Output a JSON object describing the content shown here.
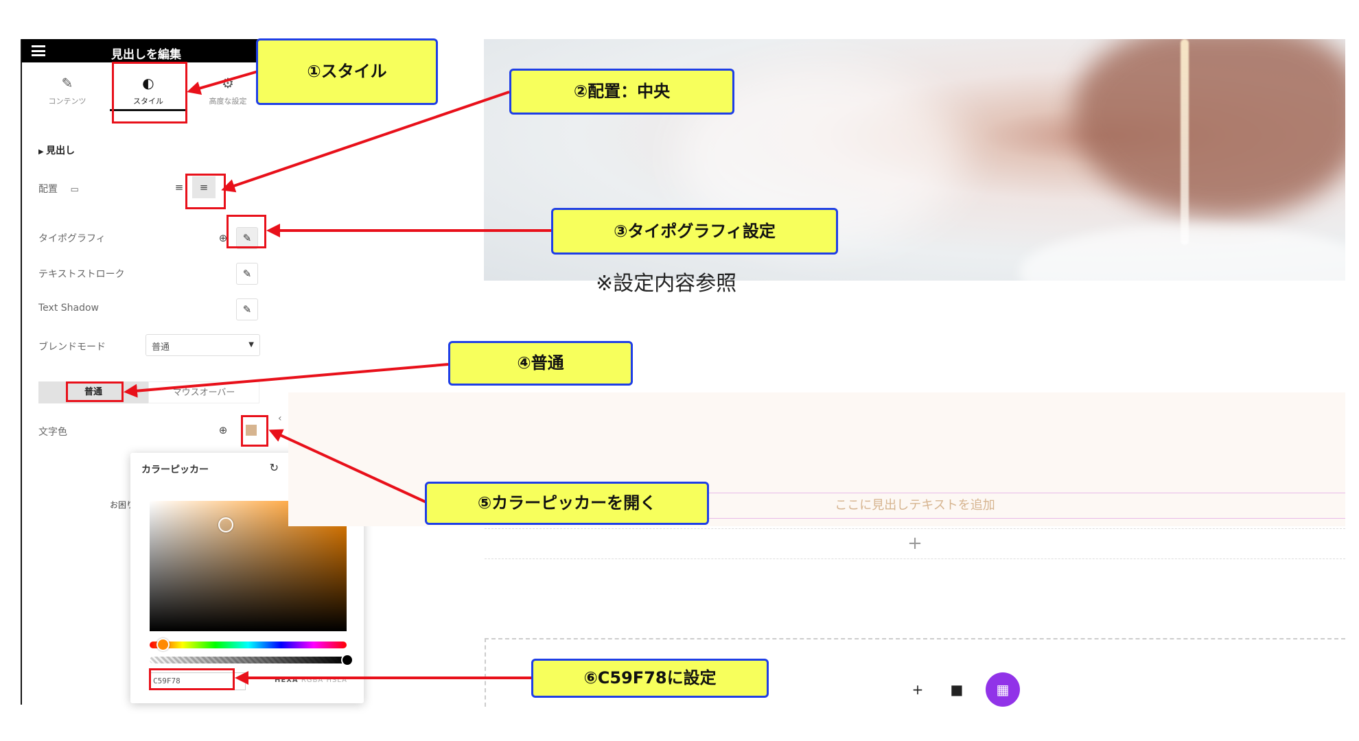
{
  "panel": {
    "title": "見出しを編集",
    "tabs": [
      {
        "label": "コンテンツ",
        "icon": "pencil-icon"
      },
      {
        "label": "スタイル",
        "icon": "contrast-icon"
      },
      {
        "label": "高度な設定",
        "icon": "gear-icon"
      }
    ],
    "section_title": "見出し",
    "alignment_label": "配置",
    "typography_label": "タイポグラフィ",
    "text_stroke_label": "テキストストローク",
    "text_shadow_label": "Text Shadow",
    "blend_mode_label": "ブレンドモード",
    "blend_mode_value": "普通",
    "state_tabs": {
      "normal": "普通",
      "hover": "マウスオーバー"
    },
    "text_color_label": "文字色",
    "text_color_swatch": "#d6b48f",
    "help_text": "お困り"
  },
  "color_picker": {
    "title": "カラーピッカー",
    "hex_value": "C59F78",
    "modes": [
      "HEXA",
      "RGBA",
      "HSLA"
    ],
    "hue_color": "#ff8a00"
  },
  "canvas": {
    "note": "※設定内容参照",
    "headline_placeholder": "ここに見出しテキストを追加",
    "add_symbol": "+"
  },
  "callouts": {
    "c1": "①スタイル",
    "c2": "②配置：中央",
    "c3": "③タイポグラフィ設定",
    "c4": "④普通",
    "c5": "⑤カラーピッカーを開く",
    "c6": "⑥C59F78に設定"
  },
  "colors": {
    "callout_fill": "#f7ff5c",
    "callout_border": "#1e3ee6",
    "highlight_red": "#e8101a",
    "accent_purple": "#9133e8"
  }
}
